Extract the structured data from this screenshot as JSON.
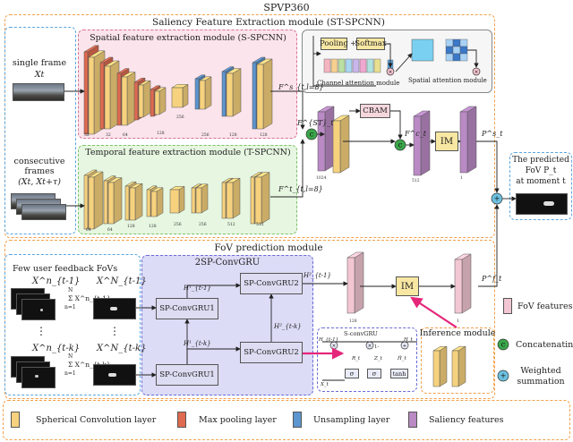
{
  "title": "SPVP360",
  "modules": {
    "st_spcnn": "Saliency Feature Extraction module (ST-SPCNN)",
    "s_spcnn": "Spatial feature extraction module (S-SPCNN)",
    "t_spcnn": "Temporal feature extraction module (T-SPCNN)",
    "fov_prediction": "FoV prediction module",
    "sp2_convgru": "2SP-ConvGRU",
    "inference": "Inference module"
  },
  "inputs": {
    "single_frame_line1": "single frame",
    "single_frame_var": "Xt",
    "consecutive_line1": "consecutive",
    "consecutive_line2": "frames",
    "consecutive_var": "(Xt, Xt+τ)",
    "few_user": "Few user feedback FoVs"
  },
  "attention": {
    "pooling": "Pooling",
    "softmax": "Softmax",
    "plus": "+",
    "channel": "Channel attention module",
    "spatial": "Spatial attention module",
    "cbam": "CBAM"
  },
  "units": {
    "convgru1_top": "SP-ConvGRU1",
    "convgru2_top": "SP-ConvGRU2",
    "convgru1_bottom": "SP-ConvGRU1",
    "convgru2_bottom": "SP-ConvGRU2",
    "im_top": "IM",
    "im_bottom": "IM",
    "sconvgru": "S-convGRU",
    "tanh": "tanh",
    "sigma1": "σ",
    "sigma2": "σ"
  },
  "feature_labels": {
    "fs": "F^s_{t,l=8}",
    "ft": "F^t_{t,l=8}",
    "fst": "F^{ST}_t",
    "fc": "F^c_t",
    "ps": "P^s_t",
    "pf": "P^f_t",
    "h1_top": "H¹_{t-1}",
    "h2_top": "H²_{t-1}",
    "h1_bottom": "H¹_{t-k}",
    "h2_bottom": "H²_{t-k}"
  },
  "gru_vars": {
    "h_in": "H_{t-1}",
    "h_out": "H_t",
    "r": "R_t",
    "z": "Z_t",
    "x": "X_t",
    "minus": "1-",
    "h_tilde": "H̃_t"
  },
  "fov_math": {
    "x_top": "X^n_{t-1}",
    "x_top_sum": "X^N_{t-1}",
    "sum_top": "Σ X^n_{t-1}",
    "x_bottom": "X^n_{t-k}",
    "x_bottom_sum": "X^N_{t-k}",
    "sum_bottom": "Σ X^n_{t-k}",
    "n_upper": "N",
    "n_lower": "n=1",
    "dots": "⋮"
  },
  "predicted": {
    "line1": "The predicted",
    "line2": "FoV P_t",
    "line3": "at moment t"
  },
  "channel_numbers": {
    "spatial": [
      "32",
      "32",
      "64",
      "128",
      "256",
      "256",
      "128",
      "128"
    ],
    "temporal": [
      "64",
      "64",
      "128",
      "128",
      "256",
      "256",
      "512",
      "512"
    ],
    "st": [
      "1024",
      "512",
      "1"
    ],
    "fov": [
      "128",
      "1"
    ]
  },
  "legend": {
    "fov_features": "FoV features",
    "concatenating": "Concatenating",
    "weighted_line1": "Weighted",
    "weighted_line2": "summation",
    "spherical_conv": "Spherical Convolution layer",
    "max_pooling": "Max pooling layer",
    "unsampling": "Unsampling layer",
    "saliency_features": "Saliency features",
    "c_symbol": "c",
    "plus_symbol": "+"
  },
  "colors": {
    "spherical_conv": "#f6d27e",
    "max_pooling": "#e06a4f",
    "unsampling": "#5d95cf",
    "saliency": "#b98ac4",
    "fov_feature": "#f2c6d2",
    "concat": "#3aa64a",
    "weighted": "#6cc0df",
    "magenta_arrow": "#e4277a"
  }
}
